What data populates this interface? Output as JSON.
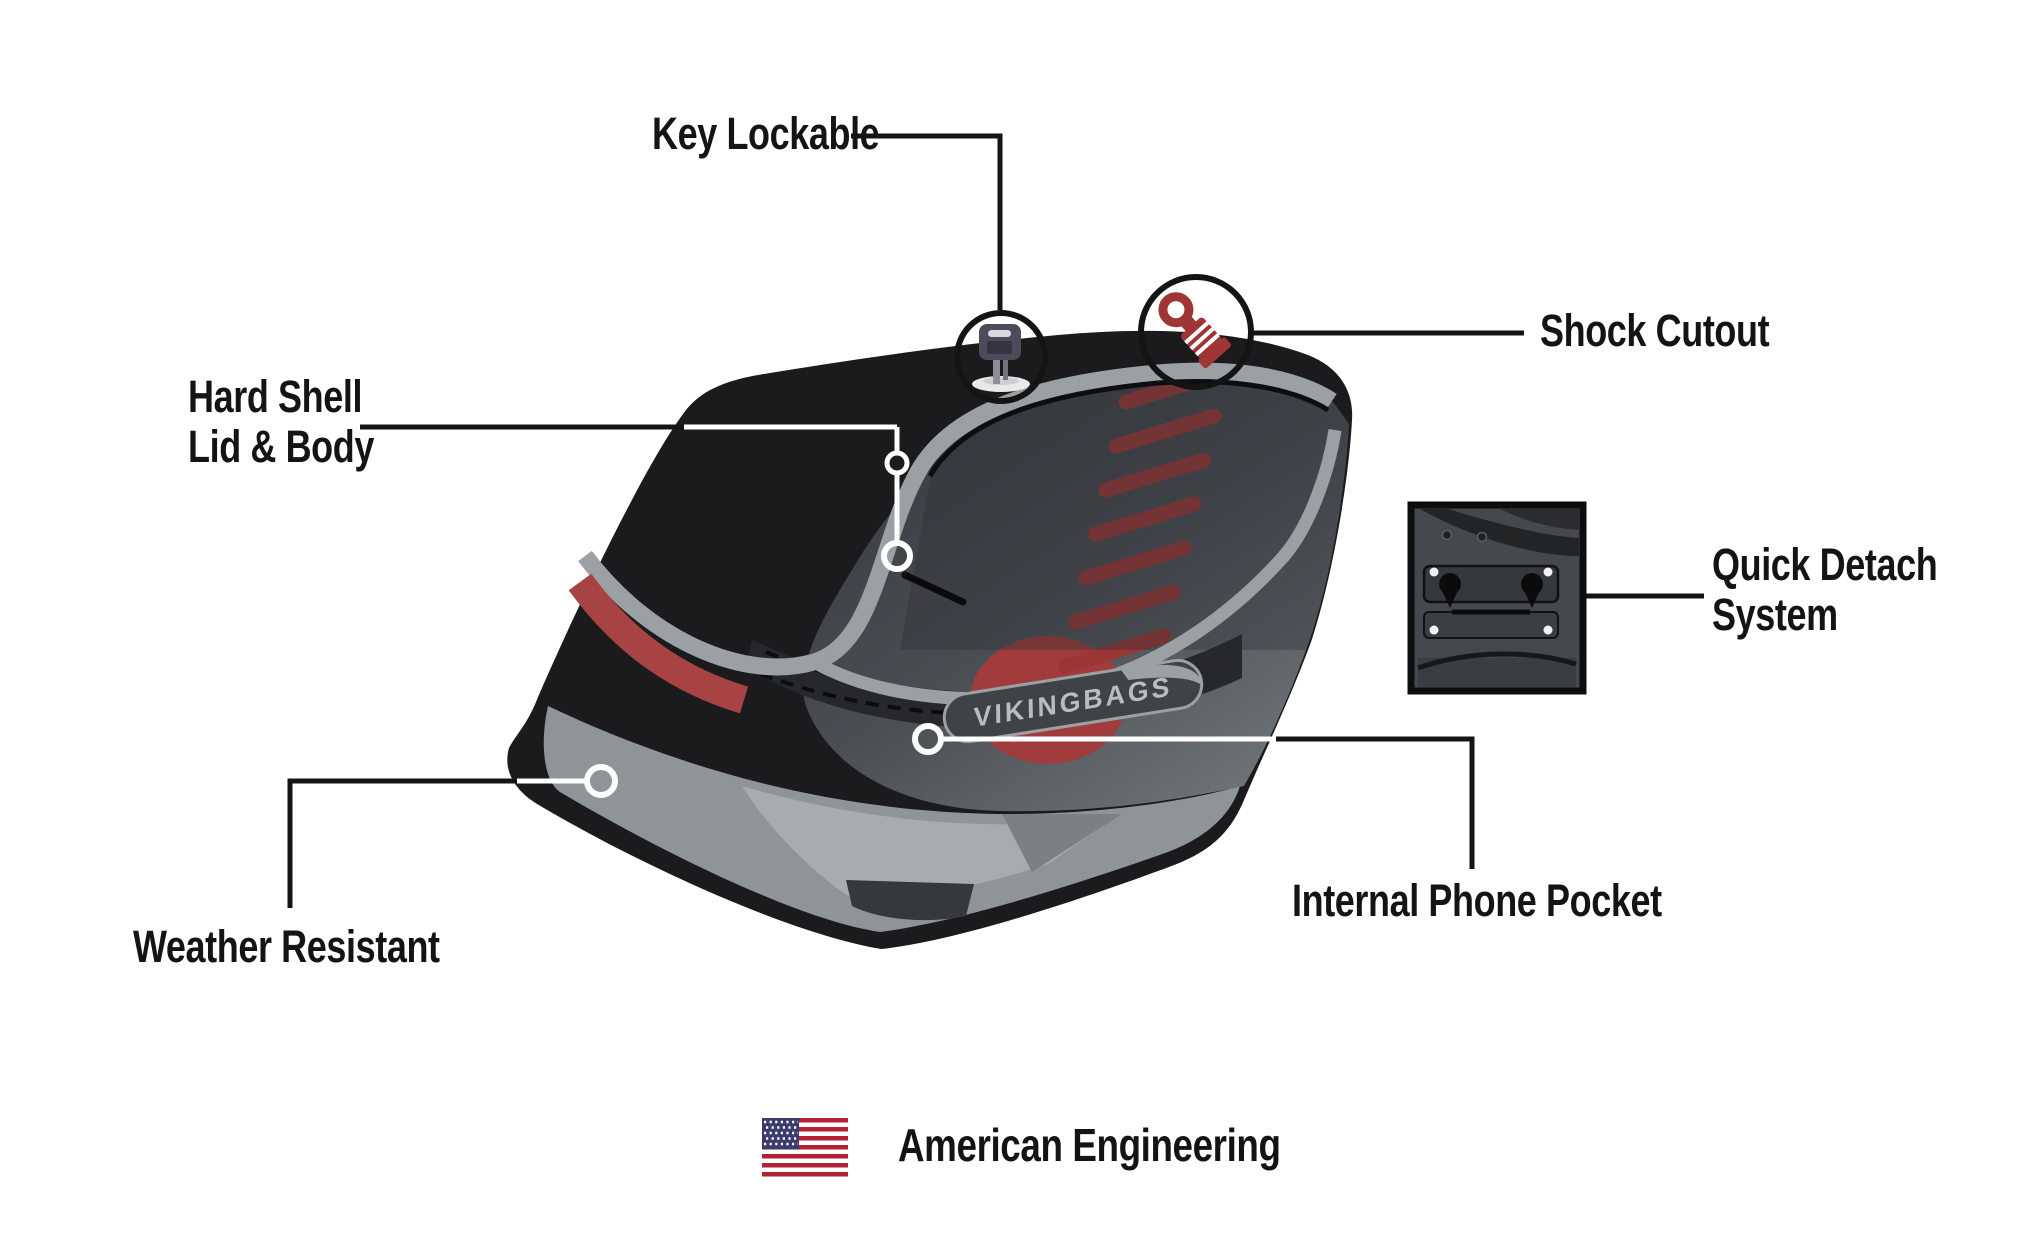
{
  "page": {
    "background": "#FFFFFF"
  },
  "product": {
    "badge_text": "VIKINGBAGS"
  },
  "callouts": {
    "key_lockable": {
      "label": "Key Lockable",
      "icon": "key-icon"
    },
    "shock_cutout": {
      "label": "Shock Cutout",
      "icon": "shock-absorber-icon"
    },
    "hard_shell": {
      "label_line1": "Hard Shell",
      "label_line2": "Lid & Body"
    },
    "quick_detach": {
      "label_line1": "Quick Detach",
      "label_line2": "System",
      "image": "mounting-plate-image"
    },
    "weather_resistant": {
      "label": "Weather Resistant"
    },
    "internal_phone_pocket": {
      "label": "Internal Phone Pocket"
    }
  },
  "footer": {
    "label": "American Engineering",
    "icon": "us-flag-icon"
  },
  "colors": {
    "line_black": "#141414",
    "bag_black": "#1B1B1D",
    "trim_gray": "#9AA0A4",
    "panel_gray": "#8F9499",
    "accent_red": "#A84343",
    "coil_red": "#9C3636",
    "icon_red": "#A03535",
    "badge_text_gray": "#B9BDC1",
    "flag_red": "#B22234",
    "flag_blue": "#3C3B6E"
  }
}
